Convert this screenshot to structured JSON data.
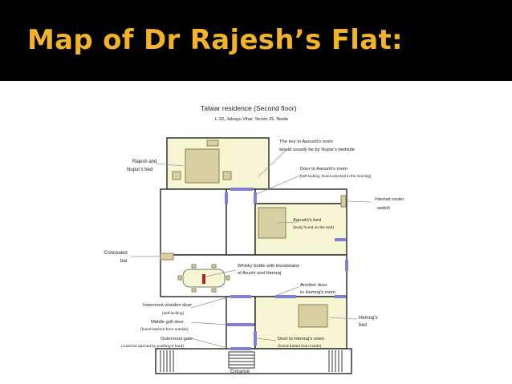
{
  "slide": {
    "title": "Map of Dr Rajesh’s Flat:"
  },
  "plan": {
    "title": "Talwar residence (Second floor)",
    "address": "L-32, Jalvayu Vihar, Sector 25, Noida",
    "colors": {
      "room_fill": "#f7f6d3",
      "furniture": "#d8d0a2",
      "door": "#8080d8",
      "wall": "#333333",
      "leader": "#999999",
      "bottle": "#b22222"
    },
    "labels": {
      "parents_bed_1": "Rajesh and",
      "parents_bed_2": "Nupur's bed",
      "key_1": "The key to Aarushi's room",
      "key_2": "would usually be by Nupur's bedside",
      "aarushi_door_1": "Door to Aarushi's room",
      "aarushi_door_2": "(self-locking, found unlocked in the morning)",
      "router_1": "Internet router",
      "router_2": "switch",
      "aarushi_bed_1": "Aarushi's bed",
      "aarushi_bed_2": "(body found on the bed)",
      "bar_1": "Concealed",
      "bar_2": "bar",
      "whisky_1": "Whisky bottle with bloodstains",
      "whisky_2": "of Arushi and Hemraj",
      "another_door_1": "Another door",
      "another_door_2": "to Hemraj's room",
      "wooden_door_1": "Innermost wooden door",
      "wooden_door_2": "(self-locking)",
      "grill_door_1": "Middle grill door",
      "grill_door_2": "(found latched from outside)",
      "outer_gate_1": "Outermost gate",
      "outer_gate_2": "(could be opened by pushing it hard)",
      "hemraj_bed_1": "Hemraj's",
      "hemraj_bed_2": "bed",
      "hemraj_door_1": "Door to Hemraj's room",
      "hemraj_door_2": "(found bolted from inside)",
      "entrance": "Entrance"
    }
  }
}
